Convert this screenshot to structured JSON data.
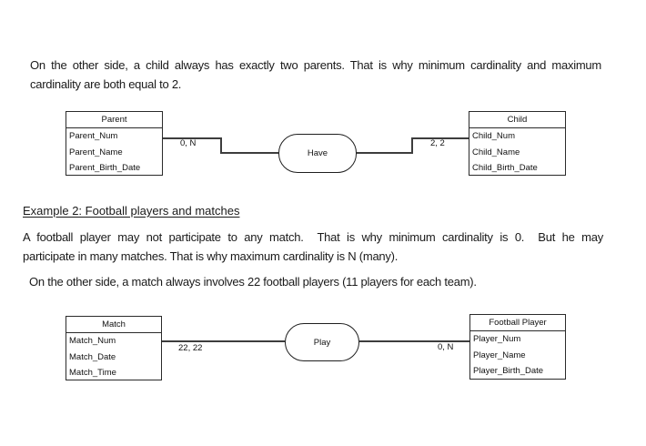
{
  "colors": {
    "background": "#ffffff",
    "text": "#1a1a1a",
    "line": "#3d3d3d",
    "border": "#2a2a2a"
  },
  "paragraph1": {
    "line1": "On the other side, a child always has exactly two parents. That is why minimum cardinality and maximum",
    "line2": "cardinality are both equal to 2."
  },
  "example2_heading": "Example 2: Football players and matches",
  "paragraph2": {
    "line1": "A football player may not participate to any match.  That is why minimum cardinality is 0.  But he may",
    "line2": "participate in many matches. That is why maximum cardinality is N (many)."
  },
  "paragraph3": {
    "line1": "On the other side, a match always involves 22 football players (11 players for each team)."
  },
  "diagram1": {
    "left_entity": {
      "title": "Parent",
      "attributes": [
        "Parent_Num",
        "Parent_Name",
        "Parent_Birth_Date"
      ]
    },
    "relationship": "Have",
    "left_cardinality": "0, N",
    "right_cardinality": "2, 2",
    "right_entity": {
      "title": "Child",
      "attributes": [
        "Child_Num",
        "Child_Name",
        "Child_Birth_Date"
      ]
    }
  },
  "diagram2": {
    "left_entity": {
      "title": "Match",
      "attributes": [
        "Match_Num",
        "Match_Date",
        "Match_Time"
      ]
    },
    "relationship": "Play",
    "left_cardinality": "22, 22",
    "right_cardinality": "0, N",
    "right_entity": {
      "title": "Football Player",
      "attributes": [
        "Player_Num",
        "Player_Name",
        "Player_Birth_Date"
      ]
    }
  }
}
